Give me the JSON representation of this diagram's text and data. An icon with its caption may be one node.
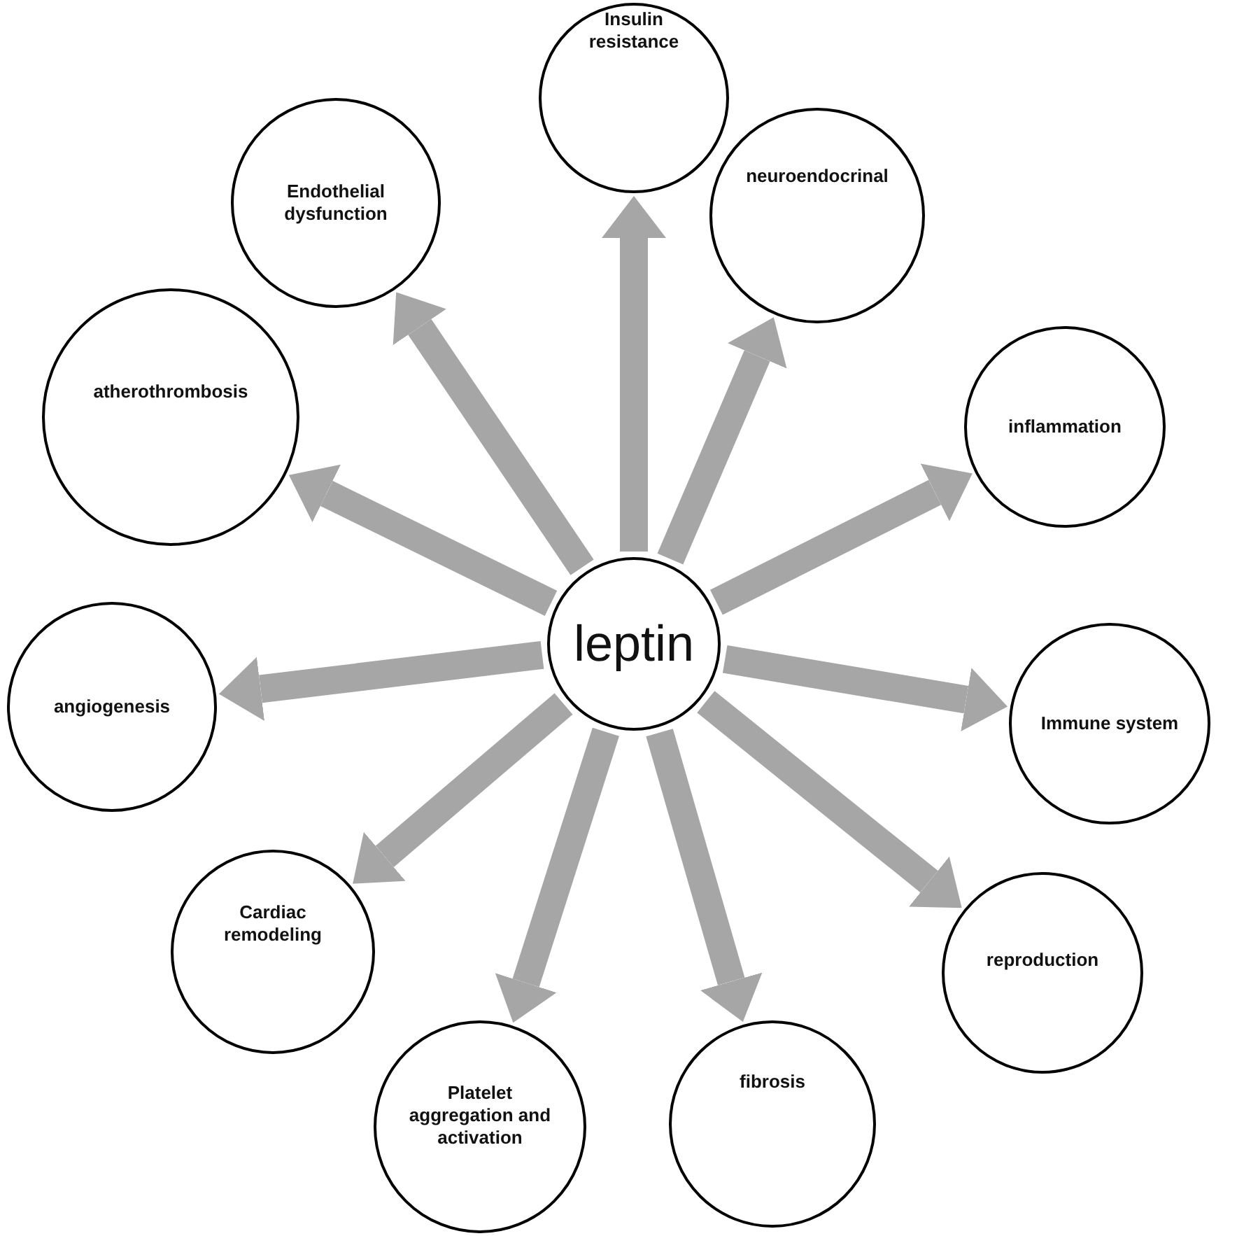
{
  "diagram": {
    "nodes": [
      {
        "text": [
          "leptin"
        ]
      },
      {
        "text": [
          "Insulin resistance"
        ]
      },
      {
        "text": [
          "neuroendocrinal"
        ]
      },
      {
        "text": [
          "inflammation"
        ]
      },
      {
        "text": [
          "Immune system"
        ]
      },
      {
        "text": [
          "reproduction"
        ]
      },
      {
        "text": [
          "fibrosis"
        ]
      },
      {
        "text": [
          "Platelet aggregation and activation"
        ]
      },
      {
        "text": [
          "Cardiac remodeling"
        ]
      },
      {
        "text": [
          "angiogenesis"
        ]
      },
      {
        "text": [
          "atherothrombosis"
        ]
      },
      {
        "text": [
          "Endothelial dysfunction"
        ]
      }
    ],
    "edges": [
      {
        "from": 0,
        "to": 1,
        "arrow": "to"
      },
      {
        "from": 0,
        "to": 2,
        "arrow": "to"
      },
      {
        "from": 0,
        "to": 3,
        "arrow": "to"
      },
      {
        "from": 0,
        "to": 4,
        "arrow": "to"
      },
      {
        "from": 0,
        "to": 5,
        "arrow": "to"
      },
      {
        "from": 0,
        "to": 6,
        "arrow": "to"
      },
      {
        "from": 0,
        "to": 7,
        "arrow": "to"
      },
      {
        "from": 0,
        "to": 8,
        "arrow": "to"
      },
      {
        "from": 0,
        "to": 9,
        "arrow": "to"
      },
      {
        "from": 0,
        "to": 10,
        "arrow": "to"
      },
      {
        "from": 0,
        "to": 11,
        "arrow": "to"
      }
    ]
  }
}
